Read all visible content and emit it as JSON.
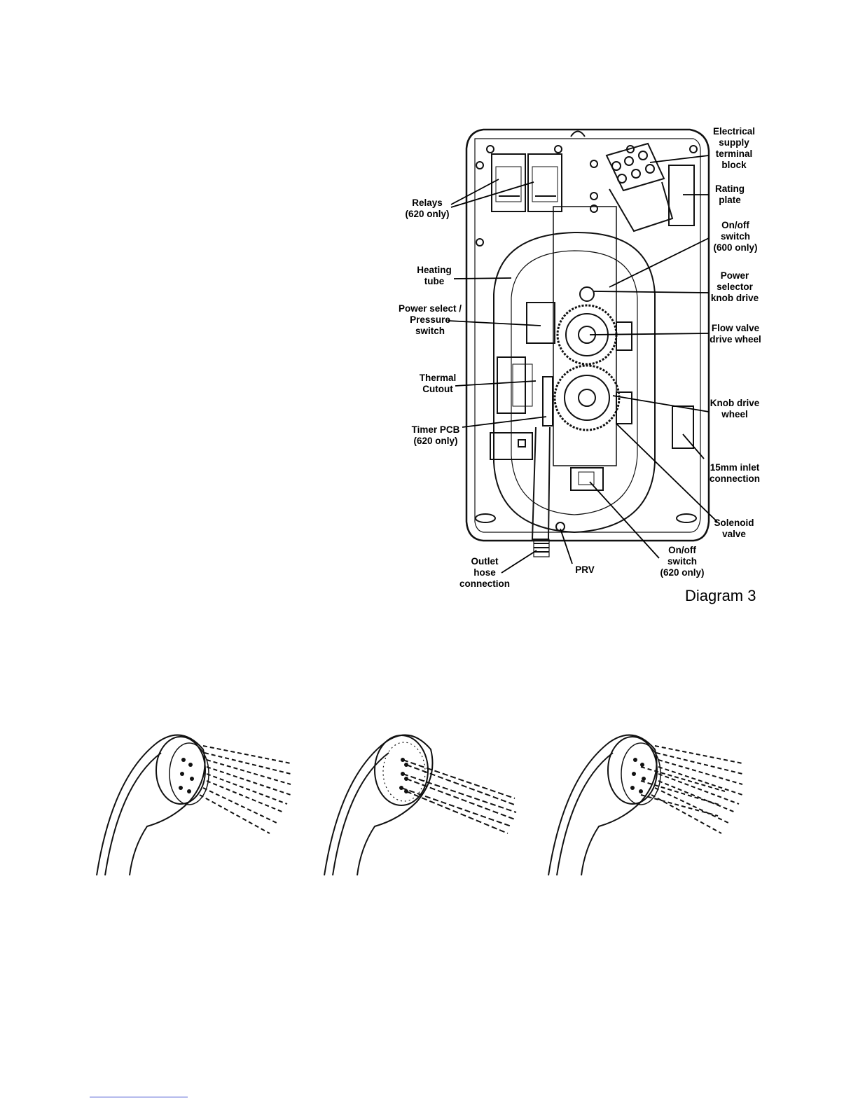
{
  "diagram": {
    "caption": "Diagram 3",
    "labels": [
      {
        "id": "electrical",
        "text": "Electrical\nsupply\nterminal\nblock"
      },
      {
        "id": "rating",
        "text": "Rating\nplate"
      },
      {
        "id": "onoff600",
        "text": "On/off\nswitch\n(600 only)"
      },
      {
        "id": "powersel",
        "text": "Power\nselector\nknob drive"
      },
      {
        "id": "flowvalve",
        "text": "Flow valve\ndrive wheel"
      },
      {
        "id": "knobdrive",
        "text": "Knob drive\nwheel"
      },
      {
        "id": "inlet",
        "text": "15mm inlet\nconnection"
      },
      {
        "id": "solenoid",
        "text": "Solenoid\nvalve"
      },
      {
        "id": "onoff620",
        "text": "On/off\nswitch\n(620 only)"
      },
      {
        "id": "prv",
        "text": "PRV"
      },
      {
        "id": "outlet",
        "text": "Outlet\nhose\nconnection"
      },
      {
        "id": "timer",
        "text": "Timer PCB\n(620 only)"
      },
      {
        "id": "thermal",
        "text": "Thermal\nCutout"
      },
      {
        "id": "pressure",
        "text": "Power select /\nPressure\nswitch"
      },
      {
        "id": "heating",
        "text": "Heating\ntube"
      },
      {
        "id": "relays",
        "text": "Relays\n(620 only)"
      }
    ]
  },
  "shower_heads": [
    "spray-mode-wide",
    "spray-mode-jet",
    "spray-mode-massage"
  ]
}
